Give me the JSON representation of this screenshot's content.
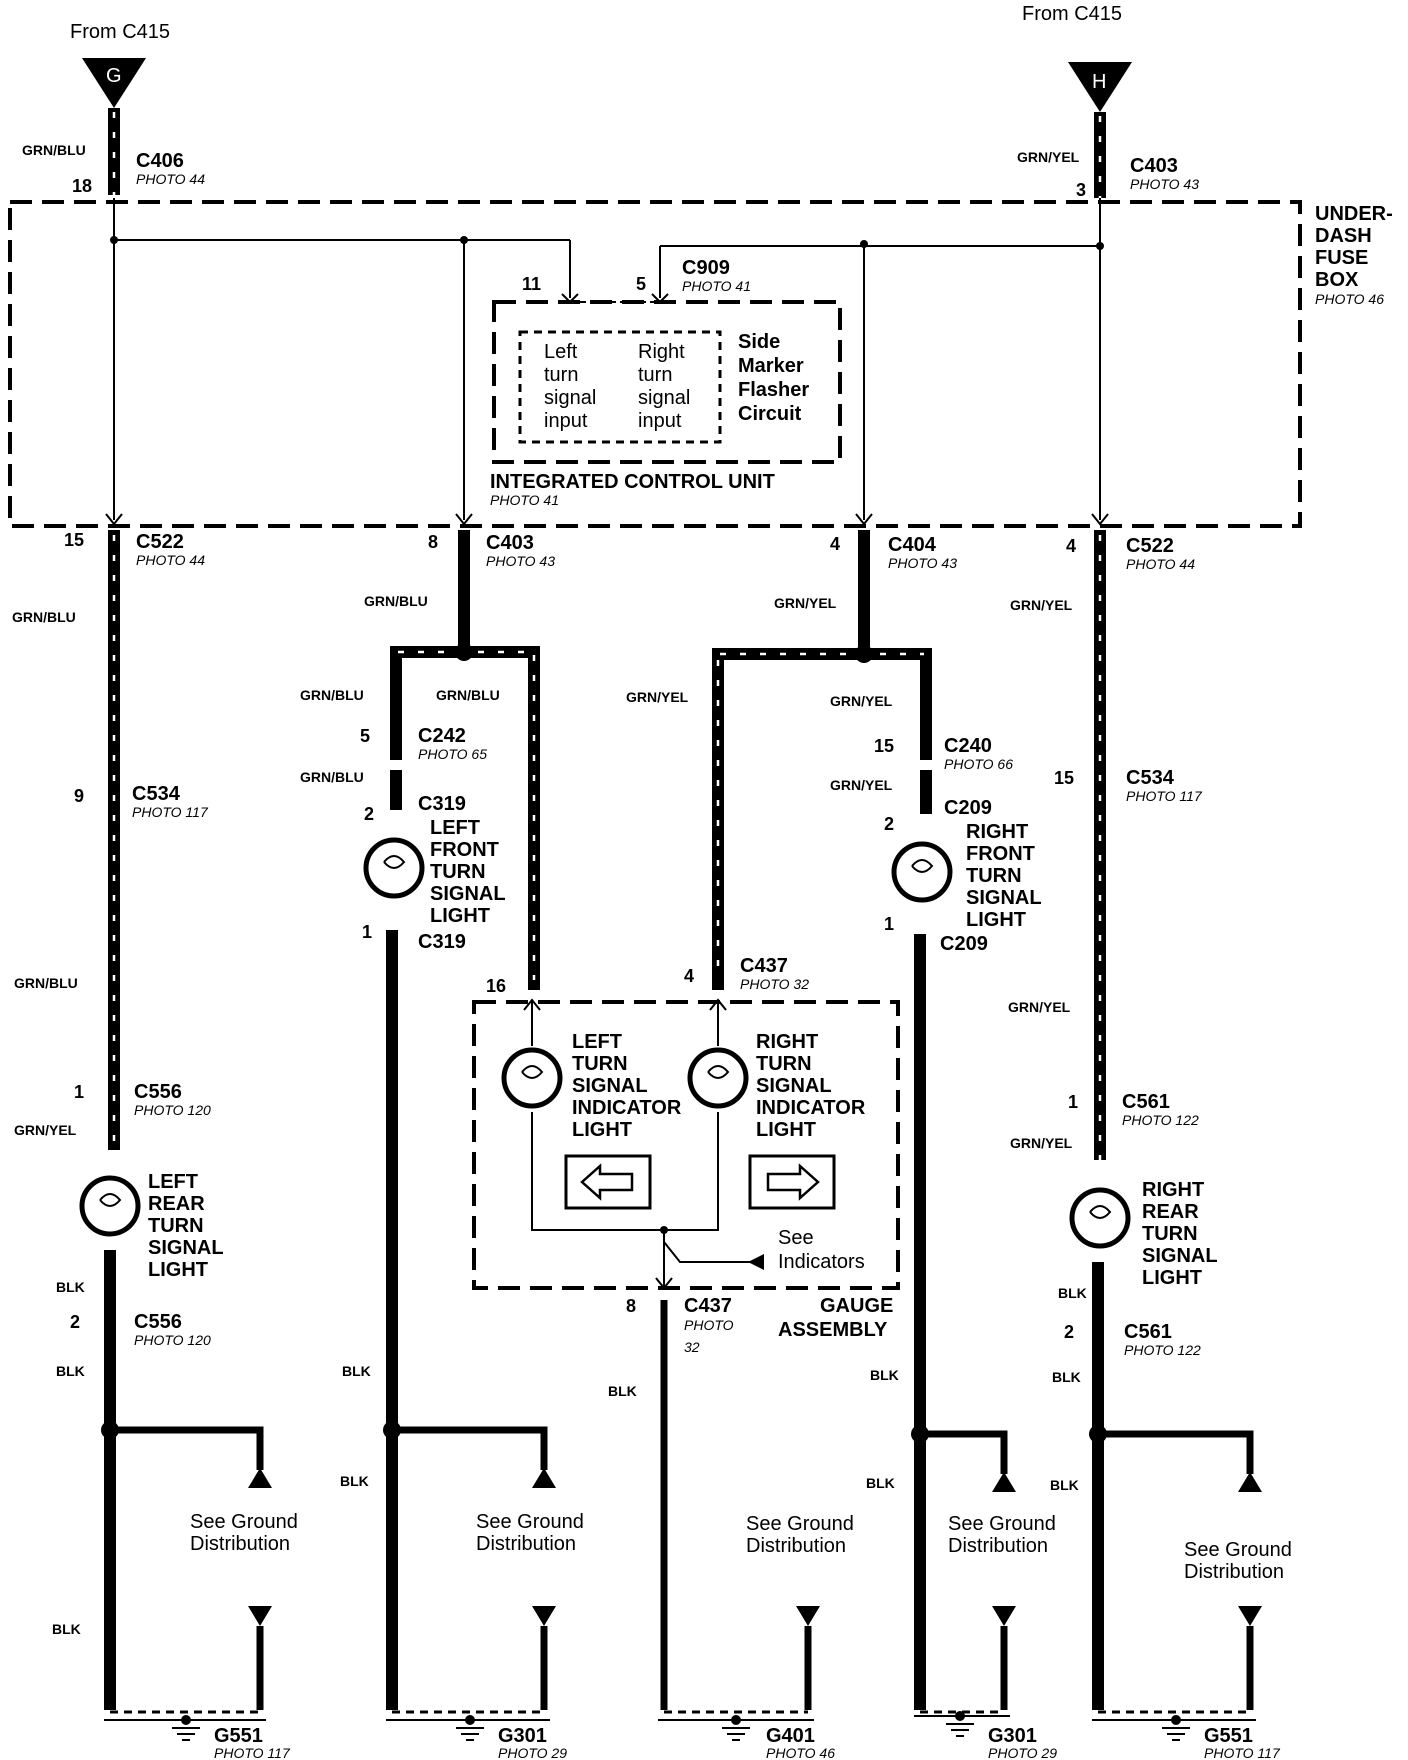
{
  "sources": {
    "left": {
      "from": "From C415",
      "letter": "G"
    },
    "right": {
      "from": "From C415",
      "letter": "H"
    }
  },
  "top_connectors": {
    "c406": {
      "wire": "GRN/BLU",
      "name": "C406",
      "photo": "PHOTO 44",
      "pin": "18"
    },
    "c403": {
      "wire": "GRN/YEL",
      "name": "C403",
      "photo": "PHOTO 43",
      "pin": "3"
    }
  },
  "fuse_box": {
    "line1": "UNDER-",
    "line2": "DASH",
    "line3": "FUSE",
    "line4": "BOX",
    "photo": "PHOTO 46"
  },
  "icu": {
    "pin_left": "11",
    "pin_right": "5",
    "connector": "C909",
    "connector_photo": "PHOTO 41",
    "left_input": [
      "Left",
      "turn",
      "signal",
      "input"
    ],
    "right_input": [
      "Right",
      "turn",
      "signal",
      "input"
    ],
    "flasher": [
      "Side",
      "Marker",
      "Flasher",
      "Circuit"
    ],
    "title": "INTEGRATED CONTROL UNIT",
    "photo": "PHOTO 41"
  },
  "fusebox_outputs": [
    {
      "pin": "15",
      "name": "C522",
      "photo": "PHOTO 44"
    },
    {
      "pin": "8",
      "name": "C403",
      "photo": "PHOTO 43"
    },
    {
      "pin": "4",
      "name": "C404",
      "photo": "PHOTO 43"
    },
    {
      "pin": "4",
      "name": "C522",
      "photo": "PHOTO 44"
    }
  ],
  "wire_labels": {
    "grn_blu": "GRN/BLU",
    "grn_yel": "GRN/YEL",
    "blk": "BLK"
  },
  "left_rear": {
    "c534_pin": "9",
    "c534": "C534",
    "c534_photo": "PHOTO 117",
    "c556_pin1": "1",
    "c556": "C556",
    "c556_photo": "PHOTO 120",
    "lamp": [
      "LEFT",
      "REAR",
      "TURN",
      "SIGNAL",
      "LIGHT"
    ],
    "c556_pin2": "2"
  },
  "left_front": {
    "c242_pin": "5",
    "c242": "C242",
    "c242_photo": "PHOTO 65",
    "c319_pin2": "2",
    "c319": "C319",
    "lamp": [
      "LEFT",
      "FRONT",
      "TURN",
      "SIGNAL",
      "LIGHT"
    ],
    "c319_pin1": "1"
  },
  "right_front": {
    "c240_pin": "15",
    "c240": "C240",
    "c240_photo": "PHOTO 66",
    "c209_pin2": "2",
    "c209": "C209",
    "lamp": [
      "RIGHT",
      "FRONT",
      "TURN",
      "SIGNAL",
      "LIGHT"
    ],
    "c209_pin1": "1"
  },
  "right_rear": {
    "c534_pin": "15",
    "c534": "C534",
    "c534_photo": "PHOTO 117",
    "c561_pin1": "1",
    "c561": "C561",
    "c561_photo": "PHOTO 122",
    "lamp": [
      "RIGHT",
      "REAR",
      "TURN",
      "SIGNAL",
      "LIGHT"
    ],
    "c561_pin2": "2"
  },
  "gauge": {
    "pin_left": "16",
    "pin_right": "4",
    "connector": "C437",
    "connector_photo": "PHOTO 32",
    "left_light": [
      "LEFT",
      "TURN",
      "SIGNAL",
      "INDICATOR",
      "LIGHT"
    ],
    "right_light": [
      "RIGHT",
      "TURN",
      "SIGNAL",
      "INDICATOR",
      "LIGHT"
    ],
    "see": "See",
    "indicators": "Indicators",
    "bottom_pin": "8",
    "bottom_conn": "C437",
    "bottom_photo1": "PHOTO",
    "bottom_photo2": "32",
    "title1": "GAUGE",
    "title2": "ASSEMBLY"
  },
  "ground_ref": {
    "line1": "See Ground",
    "line2": "Distribution"
  },
  "grounds": [
    {
      "name": "G551",
      "photo": "PHOTO 117"
    },
    {
      "name": "G301",
      "photo": "PHOTO 29"
    },
    {
      "name": "G401",
      "photo": "PHOTO 46"
    },
    {
      "name": "G301",
      "photo": "PHOTO 29"
    },
    {
      "name": "G551",
      "photo": "PHOTO 117"
    }
  ]
}
